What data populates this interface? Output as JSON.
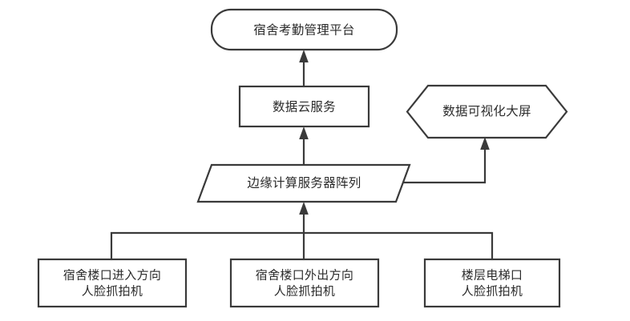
{
  "diagram": {
    "type": "flowchart",
    "orientation": "bottom-up",
    "background_color": "#ffffff",
    "stroke_color": "#3a3a3a",
    "text_color": "#2b2b2b",
    "nodes": [
      {
        "id": "platform",
        "label": "宿舍考勤管理平台",
        "shape": "rounded-rectangle",
        "level": "top"
      },
      {
        "id": "cloud",
        "label": "数据云服务",
        "shape": "rectangle",
        "level": "second"
      },
      {
        "id": "bigscreen",
        "label": "数据可视化大屏",
        "shape": "hexagon",
        "level": "second"
      },
      {
        "id": "edge",
        "label": "边缘计算服务器阵列",
        "shape": "parallelogram",
        "level": "third"
      },
      {
        "id": "cam-in",
        "label_line1": "宿舍楼口进入方向",
        "label_line2": "人脸抓拍机",
        "shape": "rectangle",
        "level": "bottom"
      },
      {
        "id": "cam-out",
        "label_line1": "宿舍楼口外出方向",
        "label_line2": "人脸抓拍机",
        "shape": "rectangle",
        "level": "bottom"
      },
      {
        "id": "cam-elevator",
        "label_line1": "楼层电梯口",
        "label_line2": "人脸抓拍机",
        "shape": "rectangle",
        "level": "bottom"
      }
    ],
    "edges": [
      {
        "id": "edge-cloud-platform",
        "from": "cloud",
        "to": "platform",
        "style": "straight-arrow"
      },
      {
        "id": "edge-edge-cloud",
        "from": "edge",
        "to": "cloud",
        "style": "straight-arrow"
      },
      {
        "id": "edge-edge-bigscreen",
        "from": "edge",
        "to": "bigscreen",
        "style": "elbow-arrow"
      },
      {
        "id": "edge-cams-edge",
        "from": "cam-in,cam-out,cam-elevator",
        "to": "edge",
        "style": "tree-bus-arrow"
      }
    ]
  }
}
